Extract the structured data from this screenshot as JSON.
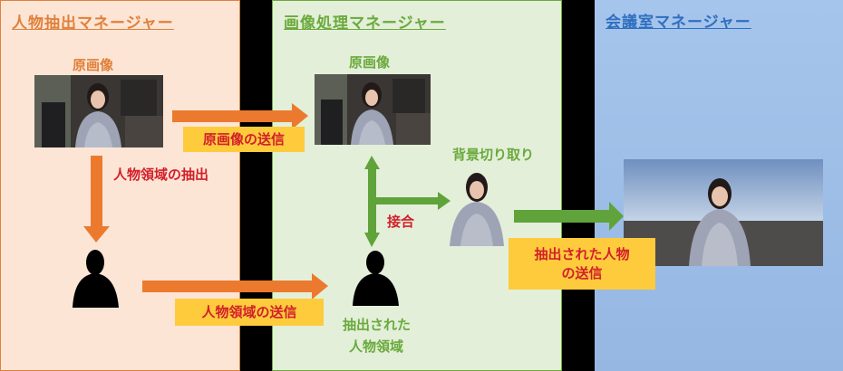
{
  "panels": {
    "person": {
      "title": "人物抽出マネージャー",
      "color": "#e0803a",
      "bg": "#fde5d6",
      "border": "#e0803a"
    },
    "image": {
      "title": "画像処理マネージャー",
      "color": "#6aaa3c",
      "bg": "#e3efd9",
      "border": "#6aaa3c"
    },
    "room": {
      "title": "会議室マネージャー",
      "color": "#2f6fbf",
      "bg": "#a8c6ec"
    }
  },
  "captions": {
    "original_left": "原画像",
    "original_mid": "原画像",
    "bg_cut": "背景切り取り",
    "extracted_region_line1": "抽出された",
    "extracted_region_line2": "人物領域"
  },
  "labels": {
    "send_original": "原画像の送信",
    "extract_region": "人物領域の抽出",
    "send_region": "人物領域の送信",
    "join": "接合",
    "send_person_line1": "抽出された人物",
    "send_person_line2": "の送信"
  },
  "colors": {
    "orange_arrow": "#ec7a2e",
    "green_arrow": "#5fa33a",
    "label_fill": "#fecb3d",
    "label_text": "#d2202a"
  }
}
